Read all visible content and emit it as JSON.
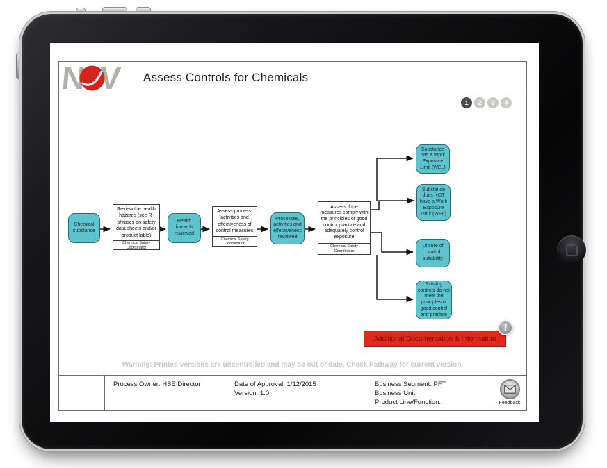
{
  "header": {
    "title": "Assess Controls for Chemicals",
    "logo": {
      "letter_left": "N",
      "letter_right": "V"
    }
  },
  "pagination": {
    "items": [
      {
        "label": "1",
        "active": true
      },
      {
        "label": "2",
        "active": false
      },
      {
        "label": "3",
        "active": false
      },
      {
        "label": "4",
        "active": false
      }
    ]
  },
  "flowchart": {
    "nodes": [
      {
        "label": "Chemical substance"
      },
      {
        "label": "Review the health hazards (see R-phrases on safety data sheets and/or product lable)",
        "owner": "Chemical Safety Coordinator"
      },
      {
        "label": "Health hazards reviewed"
      },
      {
        "label": "Assess process, activities and effectiveness of control measures",
        "owner": "Chemical Safety Coordinator"
      },
      {
        "label": "Processes, activities and effectiveness reviewed"
      },
      {
        "label": "Assess if the measures comply with the principles of good control practice and adequately control exposure",
        "owner": "Chemical Safety Coordinator"
      },
      {
        "label": "Substance has a Work Exposure Limit (WEL)"
      },
      {
        "label": "Substance does NOT have a Work Exposure Limit (WEL)"
      },
      {
        "label": "Unsure of control suitability"
      },
      {
        "label": "Existing controls do not meet the principles of good control and practice"
      }
    ]
  },
  "banner": {
    "label": "Additional Documentation & Information"
  },
  "info_icon": {
    "glyph": "i"
  },
  "warning_text": "Warning: Printed versions are uncontrolled and may be out of date. Check Pathway for current version.",
  "footer": {
    "process_owner": "Process Owner: HSE Director",
    "date_of_approval": "Date of Approval: 1/12/2015",
    "version": "Version: 1.0",
    "business_segment": "Business Segment: PFT",
    "business_unit": "Business Unit:",
    "product_line": "Product Line/Function:",
    "feedback_label": "Feedback"
  },
  "colors": {
    "node_teal": "#5fc3ce",
    "node_teal_border": "#266e7a",
    "logo_red": "#d6221c",
    "logo_gray": "#b3b0ac",
    "banner_red": "#e2271c",
    "banner_text": "#7c0d04",
    "pagination_active": "#4b4b4b",
    "pagination_inactive": "#cbc9c7"
  }
}
